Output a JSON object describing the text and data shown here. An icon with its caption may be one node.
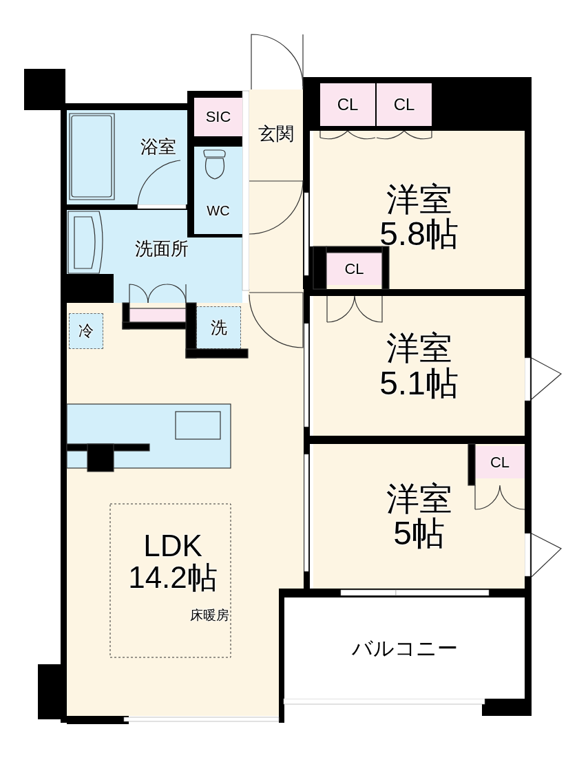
{
  "diagram": {
    "nodes": [
      {
        "text": [
          "SIC"
        ]
      },
      {
        "text": [
          "CL"
        ]
      },
      {
        "text": [
          "CL"
        ]
      },
      {
        "text": [
          "浴室"
        ]
      },
      {
        "text": [
          "玄関"
        ]
      },
      {
        "text": [
          "WC"
        ]
      },
      {
        "text": [
          "洋室",
          "5.8帖"
        ]
      },
      {
        "text": [
          "洗面所"
        ]
      },
      {
        "text": [
          "CL"
        ],
        "in": 6
      },
      {
        "text": [
          "LDK",
          "14.2帖",
          "床暖房"
        ]
      },
      {
        "text": [
          "冷"
        ],
        "in": 9
      },
      {
        "text": [
          "洗"
        ],
        "in": 9
      },
      {
        "text": [
          "洋室",
          "5.1帖"
        ]
      },
      {
        "text": [
          "洋室",
          "5帖"
        ]
      },
      {
        "text": [
          "CL"
        ],
        "in": 13
      },
      {
        "text": [
          "バルコニー"
        ]
      }
    ]
  }
}
